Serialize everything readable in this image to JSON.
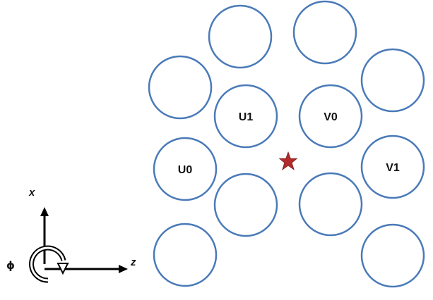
{
  "diagram": {
    "circle_stroke": "#4a7ab8",
    "circle_fill": "#ffffff",
    "star_color": "#b22a2a",
    "circles": [
      {
        "id": "top-left",
        "label": ""
      },
      {
        "id": "top-right",
        "label": ""
      },
      {
        "id": "upper-left-outer",
        "label": ""
      },
      {
        "id": "upper-right-outer",
        "label": ""
      },
      {
        "id": "u1",
        "label": "U1"
      },
      {
        "id": "v0",
        "label": "V0"
      },
      {
        "id": "u0",
        "label": "U0"
      },
      {
        "id": "v1",
        "label": "V1"
      },
      {
        "id": "lower-left-inner",
        "label": ""
      },
      {
        "id": "lower-right-inner",
        "label": ""
      },
      {
        "id": "bottom-left",
        "label": ""
      },
      {
        "id": "bottom-right",
        "label": ""
      }
    ],
    "center_marker": "star-icon"
  },
  "axes": {
    "x_label": "x",
    "z_label": "z",
    "phi_label": "ϕ",
    "color": "#000000"
  }
}
